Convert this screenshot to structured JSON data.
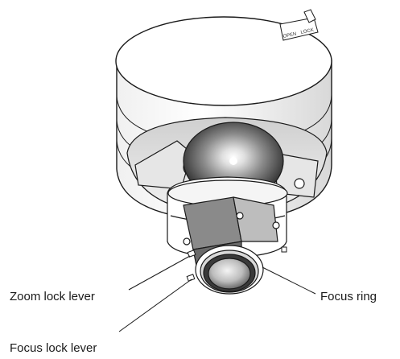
{
  "labels": {
    "zoom_lock_lever": "Zoom lock lever",
    "focus_ring": "Focus ring",
    "focus_lock_lever": "Focus lock lever"
  },
  "housing_marks": {
    "open": "OPEN",
    "lock": "LOCK"
  },
  "colors": {
    "stroke": "#1a1a1a",
    "body": "#ffffff",
    "shade_light": "#dcdcdc",
    "shade_mid": "#9a9a9a",
    "shade_dark": "#3a3a3a"
  }
}
